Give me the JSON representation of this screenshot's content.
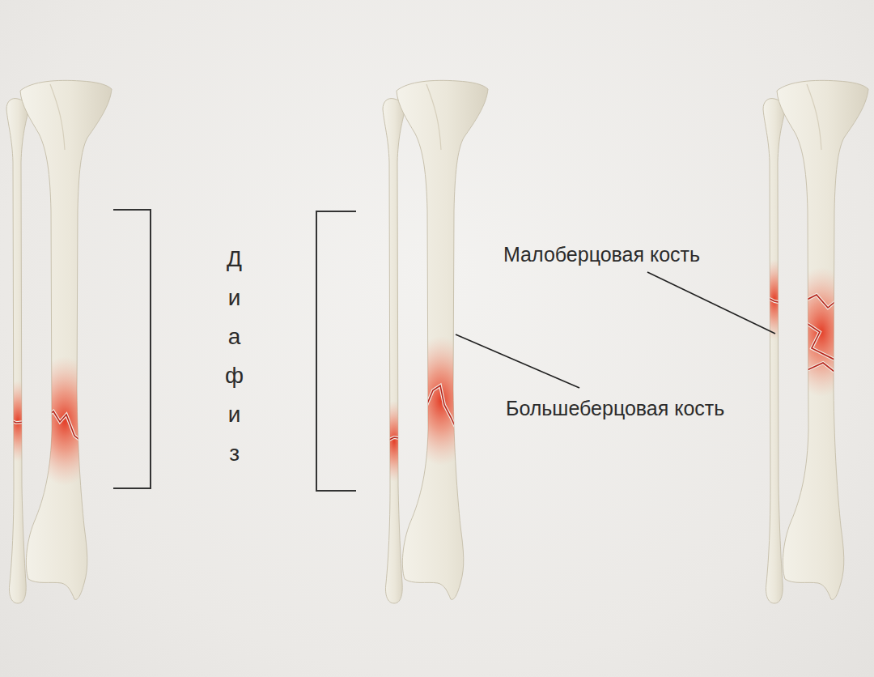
{
  "diagram": {
    "labels": [
      "Диафиз",
      "Малоберцовая кость",
      "Большеберцовая кость"
    ]
  }
}
